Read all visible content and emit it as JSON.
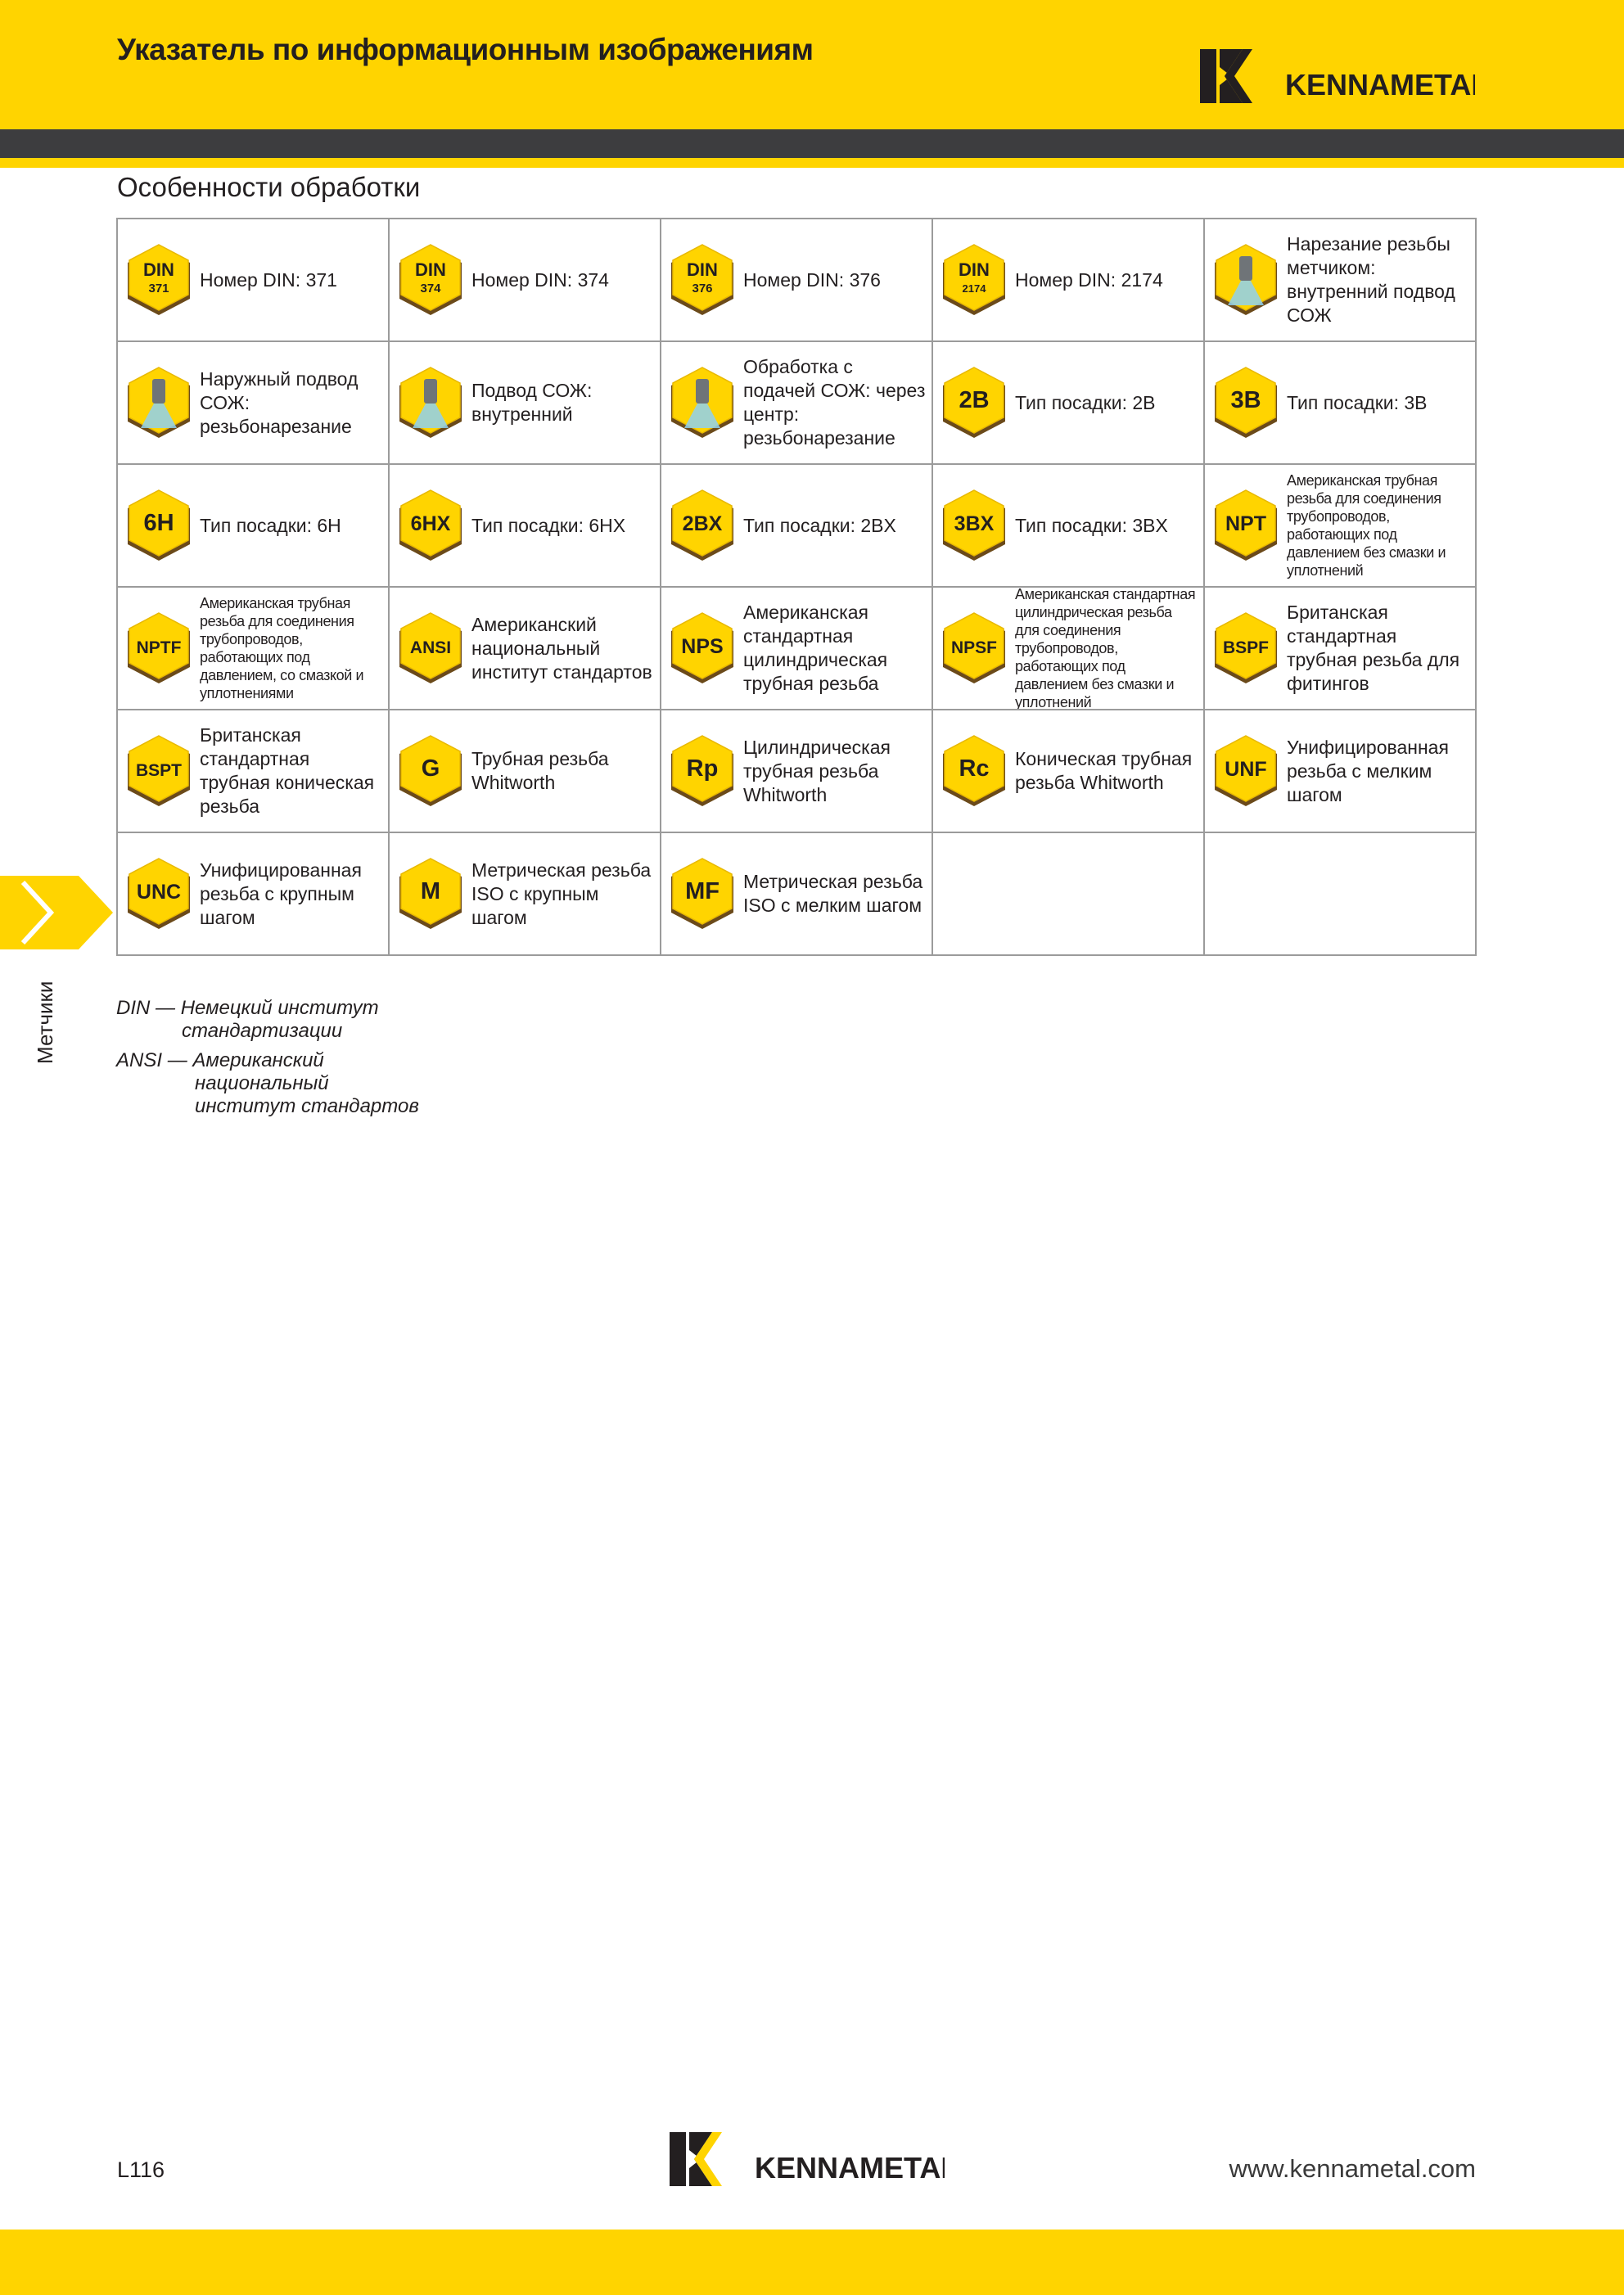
{
  "header": {
    "title": "Указатель по информационным изображениям",
    "logo_text": "KENNAMETAL"
  },
  "section": {
    "title": "Особенности обработки"
  },
  "colors": {
    "brand_yellow": "#FFD400",
    "dark_band": "#3D3D3F",
    "grid_line": "#9B9B9B",
    "badge_border": "#6B4A1A"
  },
  "cells": [
    {
      "icon": "din-371-badge",
      "badge": "DIN",
      "badge_sub": "371",
      "label": "Номер DIN: 371"
    },
    {
      "icon": "din-374-badge",
      "badge": "DIN",
      "badge_sub": "374",
      "label": "Номер DIN: 374"
    },
    {
      "icon": "din-376-badge",
      "badge": "DIN",
      "badge_sub": "376",
      "label": "Номер DIN: 376"
    },
    {
      "icon": "din-2174-badge",
      "badge": "DIN",
      "badge_sub": "2174",
      "label": "Номер DIN: 2174"
    },
    {
      "icon": "internal-coolant-tapping-icon",
      "badge": "",
      "badge_sub": "",
      "label": "Нарезание резьбы метчиком: внутренний подвод СОЖ"
    },
    {
      "icon": "external-coolant-threading-icon",
      "badge": "",
      "badge_sub": "",
      "label": "Наружный подвод СОЖ: резьбонарезание"
    },
    {
      "icon": "internal-coolant-icon",
      "badge": "",
      "badge_sub": "",
      "label": "Подвод СОЖ: внутренний"
    },
    {
      "icon": "through-center-coolant-icon",
      "badge": "",
      "badge_sub": "",
      "label": "Обработка с подачей СОЖ: через центр: резьбонарезание"
    },
    {
      "icon": "fit-2b-badge",
      "badge": "2B",
      "badge_sub": "",
      "label": "Тип посадки: 2B"
    },
    {
      "icon": "fit-3b-badge",
      "badge": "3B",
      "badge_sub": "",
      "label": "Тип посадки: 3B"
    },
    {
      "icon": "fit-6h-badge",
      "badge": "6H",
      "badge_sub": "",
      "label": "Тип посадки: 6H"
    },
    {
      "icon": "fit-6hx-badge",
      "badge": "6HX",
      "badge_sub": "",
      "label": "Тип посадки: 6HX"
    },
    {
      "icon": "fit-2bx-badge",
      "badge": "2BX",
      "badge_sub": "",
      "label": "Тип посадки: 2BX"
    },
    {
      "icon": "fit-3bx-badge",
      "badge": "3BX",
      "badge_sub": "",
      "label": "Тип посадки: 3BX"
    },
    {
      "icon": "npt-badge",
      "badge": "NPT",
      "badge_sub": "",
      "label": "Американская трубная резьба для соединения трубопроводов, работающих под давлением без смазки и уплотнений",
      "small": true
    },
    {
      "icon": "nptf-badge",
      "badge": "NPTF",
      "badge_sub": "",
      "label": "Американская трубная резьба для соединения трубопроводов, работающих под давлением, со смазкой и уплотнениями",
      "small": true
    },
    {
      "icon": "ansi-badge",
      "badge": "ANSI",
      "badge_sub": "",
      "label": "Американский национальный институт стандартов"
    },
    {
      "icon": "nps-badge",
      "badge": "NPS",
      "badge_sub": "",
      "label": "Американская стандартная цилиндрическая трубная резьба"
    },
    {
      "icon": "npsf-badge",
      "badge": "NPSF",
      "badge_sub": "",
      "label": "Американская стандартная цилиндрическая резьба для соединения трубопроводов, работающих под давлением без смазки и уплотнений",
      "small": true
    },
    {
      "icon": "bspf-badge",
      "badge": "BSPF",
      "badge_sub": "",
      "label": "Британская стандартная трубная резьба для фитингов"
    },
    {
      "icon": "bspt-badge",
      "badge": "BSPT",
      "badge_sub": "",
      "label": "Британская стандартная трубная коническая резьба"
    },
    {
      "icon": "g-badge",
      "badge": "G",
      "badge_sub": "",
      "label": "Трубная резьба Whitworth"
    },
    {
      "icon": "rp-badge",
      "badge": "Rp",
      "badge_sub": "",
      "label": "Цилиндрическая трубная резьба Whitworth"
    },
    {
      "icon": "rc-badge",
      "badge": "Rc",
      "badge_sub": "",
      "label": "Коническая трубная резьба Whitworth"
    },
    {
      "icon": "unf-badge",
      "badge": "UNF",
      "badge_sub": "",
      "label": "Унифицированная резьба с мелким шагом"
    },
    {
      "icon": "unc-badge",
      "badge": "UNC",
      "badge_sub": "",
      "label": "Унифицированная резьба с крупным шагом"
    },
    {
      "icon": "m-badge",
      "badge": "M",
      "badge_sub": "",
      "label": "Метрическая резьба ISO с крупным шагом"
    },
    {
      "icon": "mf-badge",
      "badge": "MF",
      "badge_sub": "",
      "label": "Метрическая резьба ISO с мелким шагом"
    },
    {
      "icon": "",
      "badge": "",
      "badge_sub": "",
      "label": ""
    },
    {
      "icon": "",
      "badge": "",
      "badge_sub": "",
      "label": ""
    }
  ],
  "side_tab": {
    "label": "Метчики"
  },
  "footnotes": [
    {
      "abbr": "DIN",
      "dash": "—",
      "lines": [
        "Немецкий институт",
        "стандартизации"
      ]
    },
    {
      "abbr": "ANSI",
      "dash": "—",
      "lines": [
        "Американский",
        "национальный",
        "институт стандартов"
      ]
    }
  ],
  "footer": {
    "page_number": "L116",
    "logo_text": "KENNAMETAL",
    "website": "www.kennametal.com"
  }
}
